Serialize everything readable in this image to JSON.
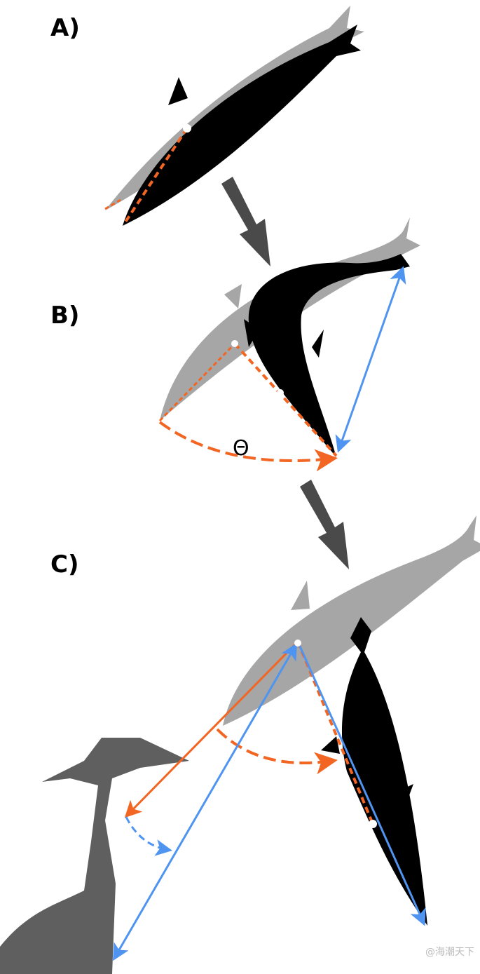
{
  "panels": [
    {
      "label": "A)"
    },
    {
      "label": "B)"
    },
    {
      "label": "C)"
    }
  ],
  "angle_symbol": "Θ",
  "watermark": "@海潮天下",
  "colors": {
    "fish": "#000000",
    "shadow": "#a6a6a6",
    "heron": "#5f5f5f",
    "orange": "#f26522",
    "blue": "#4f94f0",
    "arrow": "#4a4a4a"
  }
}
